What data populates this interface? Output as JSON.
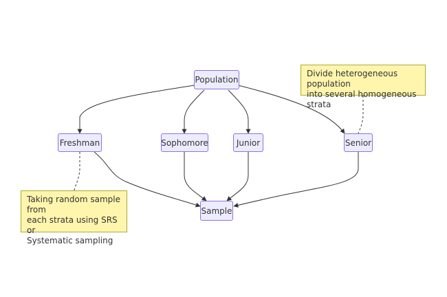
{
  "diagram": {
    "nodes": {
      "population": "Population",
      "freshman": "Freshman",
      "sophomore": "Sophomore",
      "junior": "Junior",
      "senior": "Senior",
      "sample": "Sample"
    },
    "notes": {
      "strata": "Divide heterogeneous population\ninto several homogeneous strata",
      "sampling": "Taking random sample from\neach strata using SRS or\nSystematic sampling"
    }
  }
}
